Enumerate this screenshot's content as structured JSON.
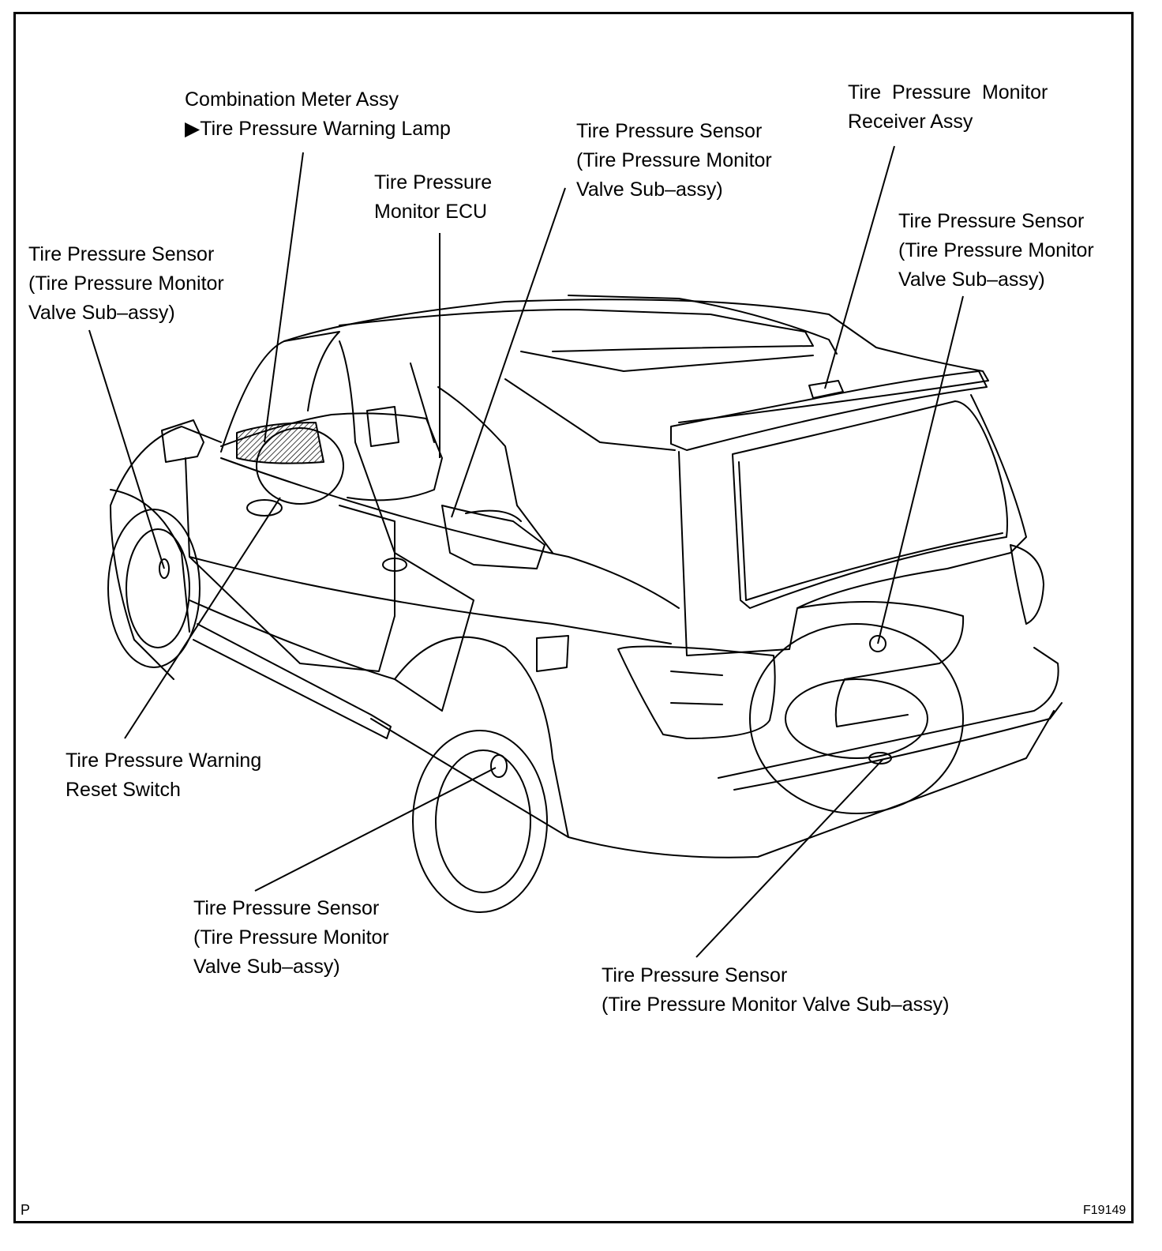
{
  "labels": {
    "combination_meter": {
      "line1": "Combination Meter Assy",
      "line2": "▶Tire Pressure Warning Lamp"
    },
    "monitor_ecu": {
      "line1": "Tire Pressure",
      "line2": "Monitor ECU"
    },
    "sensor_front_right": {
      "line1": "Tire Pressure Sensor",
      "line2": "(Tire Pressure Monitor",
      "line3": "Valve Sub–assy)"
    },
    "receiver": {
      "line1": "Tire  Pressure  Monitor",
      "line2": "Receiver Assy"
    },
    "sensor_rear_right": {
      "line1": "Tire Pressure Sensor",
      "line2": "(Tire Pressure Monitor",
      "line3": "Valve Sub–assy)"
    },
    "sensor_front_left": {
      "line1": "Tire Pressure Sensor",
      "line2": "(Tire Pressure Monitor",
      "line3": "Valve Sub–assy)"
    },
    "reset_switch": {
      "line1": "Tire Pressure Warning",
      "line2": "Reset Switch"
    },
    "sensor_rear_left": {
      "line1": "Tire Pressure Sensor",
      "line2": "(Tire Pressure Monitor",
      "line3": "Valve Sub–assy)"
    },
    "sensor_spare": {
      "line1": "Tire Pressure Sensor",
      "line2": "(Tire Pressure Monitor Valve Sub–assy)"
    }
  },
  "corner_left": "P",
  "corner_right": "F19149"
}
